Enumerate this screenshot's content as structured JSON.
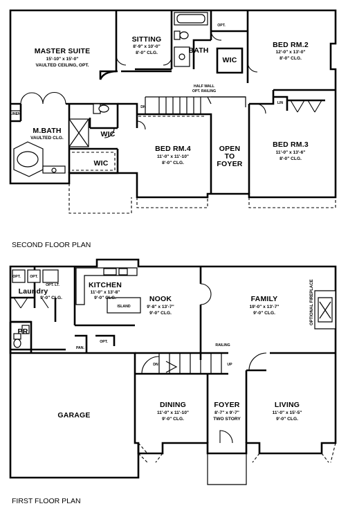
{
  "second_floor": {
    "title": "SECOND FLOOR PLAN",
    "master_suite": {
      "name": "MASTER SUITE",
      "dims": "15'-10\" x 15'-0\"",
      "clg": "VAULTED CEILING, OPT."
    },
    "sitting": {
      "name": "SITTING",
      "dims": "8'-9\" x 10'-0\"",
      "clg": "8'-0\" CLG."
    },
    "bath": {
      "name": "BATH",
      "opt": "OPT."
    },
    "wic_upper": "WIC",
    "bed2": {
      "name": "BED RM.2",
      "dims": "12'-0\" x 13'-0\"",
      "clg": "8'-0\" CLG."
    },
    "half_wall": "HALF WALL",
    "opt_railing": "OPT. RAILING",
    "dn": "DN",
    "linen_left": "LINEN",
    "linen_right": "LIN",
    "m_bath": {
      "name": "M.BATH",
      "clg": "VAULTED CLG."
    },
    "wic_a": "WIC",
    "wic_b": "WIC",
    "bed4": {
      "name": "BED RM.4",
      "dims": "11'-0\" x 11'-10\"",
      "clg": "8'-0\" CLG."
    },
    "open_to_foyer": [
      "OPEN",
      "TO",
      "FOYER"
    ],
    "bed3": {
      "name": "BED RM.3",
      "dims": "11'-0\" x 13'-6\"",
      "clg": "8'-0\" CLG."
    }
  },
  "first_floor": {
    "title": "FIRST FLOOR PLAN",
    "opt_lt": "OPT.",
    "opt_rt": "OPT.",
    "opt_label": "OPT. LT.",
    "laundry": {
      "name": "Laundry",
      "clg": "9'-0\" CLG."
    },
    "kitchen": {
      "name": "KITCHEN",
      "dims": "11'-0\" x 13'-8\"",
      "clg": "9'-0\" CLG."
    },
    "island": "ISLAND",
    "nook": {
      "name": "NOOK",
      "dims": "9'-8\" x 13'-7\"",
      "clg": "9'-0\" CLG."
    },
    "family": {
      "name": "FAMILY",
      "dims": "19'-0\" x 13'-7\"",
      "clg": "9'-0\" CLG."
    },
    "fireplace": "OPTIONAL FIREPLACE",
    "pr": "PR",
    "pan": "PAN.",
    "opt_pan": "OPT.",
    "railing": "RAILING",
    "dn": "DN",
    "up": "UP",
    "garage": "GARAGE",
    "dining": {
      "name": "DINING",
      "dims": "11'-0\" x 11'-10\"",
      "clg": "9'-0\" CLG."
    },
    "foyer": {
      "name": "FOYER",
      "dims": "8'-7\" x 9'-7\"",
      "clg": "TWO STORY"
    },
    "living": {
      "name": "LIVING",
      "dims": "11'-0\" x 15'-5\"",
      "clg": "9'-0\" CLG."
    }
  }
}
